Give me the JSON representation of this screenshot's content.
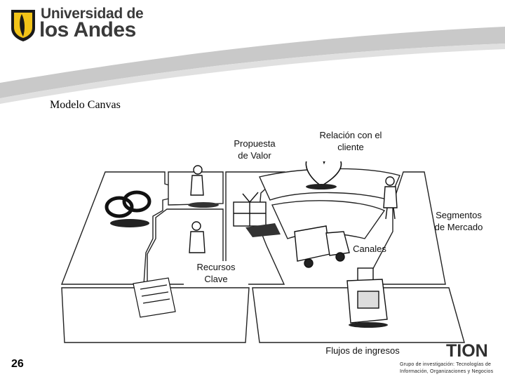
{
  "header": {
    "logo_line1": "Universidad de",
    "logo_line2": "los Andes"
  },
  "slide": {
    "title": "Modelo Canvas"
  },
  "canvas_labels": {
    "propuesta_valor": "Propuesta\nde Valor",
    "relacion_cliente": "Relación con el\ncliente",
    "segmentos_mercado": "Segmentos\nde Mercado",
    "canales": "Canales",
    "recursos_clave": "Recursos\nClave",
    "flujos_ingresos": "Flujos de ingresos"
  },
  "footer": {
    "page_number": "26",
    "tion_logo": "TION",
    "group_text": "Grupo de investigación: Tecnologías de Información, Organizaciones y Negocios"
  },
  "colors": {
    "banner_gray": "#c9c9c9",
    "logo_yellow": "#f2c318",
    "text": "#111111"
  }
}
